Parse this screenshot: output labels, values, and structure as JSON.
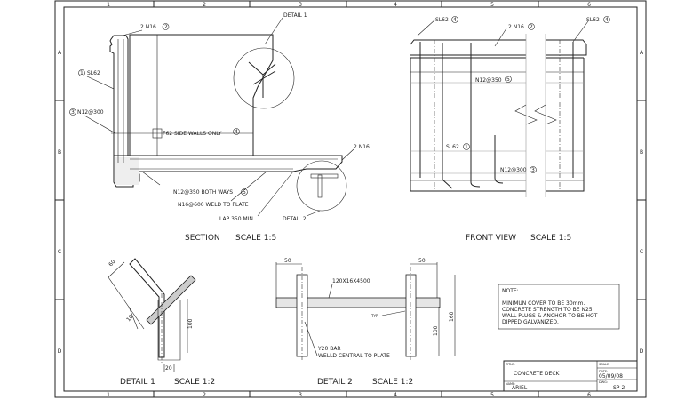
{
  "sheet": {
    "columns": [
      "1",
      "2",
      "3",
      "4",
      "5",
      "6"
    ],
    "rows": [
      "A",
      "B",
      "C",
      "D"
    ]
  },
  "section": {
    "detail1_ref": "DETAIL 1",
    "detail2_ref": "DETAIL 2",
    "top_bars": "2 N16",
    "top_bars_tag": "2",
    "sl62": "SL62",
    "sl62_tag": "1",
    "n12_300": "N12@300",
    "n12_300_tag": "3",
    "f62": "F62 SIDE WALLS ONLY",
    "f62_tag": "4",
    "end_bars": "2 N16",
    "n12_350": "N12@350 BOTH WAYS",
    "n12_350_tag": "5",
    "n16_600": "N16@600 WELD TO PLATE",
    "lap": "LAP 350 MIN.",
    "title": "SECTION",
    "scale": "SCALE 1:5"
  },
  "front_view": {
    "sl62_left": "SL62",
    "sl62_left_tag": "4",
    "sl62_right": "SL62",
    "sl62_right_tag": "4",
    "top_bars": "2 N16",
    "top_bars_tag": "2",
    "n12_350": "N12@350",
    "n12_350_tag": "5",
    "sl62": "SL62",
    "sl62_tag": "1",
    "n12_300": "N12@300",
    "n12_300_tag": "3",
    "title": "FRONT VIEW",
    "scale": "SCALE 1:5"
  },
  "detail1": {
    "dim_60": "60",
    "dim_10": "10",
    "dim_100": "100",
    "dim_20": "20",
    "title": "DETAIL 1",
    "scale": "SCALE 1:2"
  },
  "detail2": {
    "dim_50_left": "50",
    "dim_50_right": "50",
    "plate": "120X16X4500",
    "weld_symbol": "TYP",
    "dim_100": "100",
    "dim_160": "160",
    "bar_line1": "Y20 BAR",
    "bar_line2": "WELLD CENTRAL TO PLATE",
    "title": "DETAIL 2",
    "scale": "SCALE 1:2"
  },
  "note": {
    "heading": "NOTE:",
    "lines": [
      "MINIMUN COVER TO BE 30mm.",
      "CONCRETE STRENGTH TO BE N25.",
      "WALL PLUGS & ANCHOR TO BE HOT",
      "DIPPED GALVANIZED."
    ]
  },
  "title_block": {
    "title_label": "TITLE:",
    "title": "CONCRETE DECK",
    "name_label": "NAME:",
    "name": "ARIEL",
    "scale_label": "SCALE:",
    "date_label": "DATE:",
    "date": "05/09/08",
    "dwg_label": "DWG:",
    "dwg": "SP-2"
  }
}
